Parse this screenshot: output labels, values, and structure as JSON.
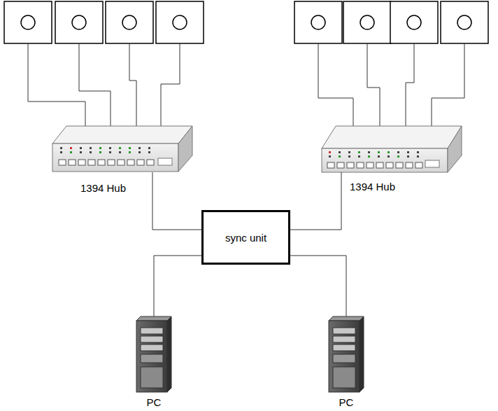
{
  "diagram": {
    "nodes": [
      {
        "text": [
          "1394 Hub"
        ]
      },
      {
        "text": [
          "1394 Hub"
        ]
      },
      {
        "text": [
          "sync unit"
        ]
      },
      {
        "text": [
          "PC"
        ]
      },
      {
        "text": [
          "PC"
        ]
      }
    ],
    "edges": [
      {
        "from": 0,
        "to": 2,
        "arrow": "none"
      },
      {
        "from": 1,
        "to": 2,
        "arrow": "none"
      },
      {
        "from": 2,
        "to": 3,
        "arrow": "none"
      },
      {
        "from": 2,
        "to": 4,
        "arrow": "none"
      }
    ]
  }
}
